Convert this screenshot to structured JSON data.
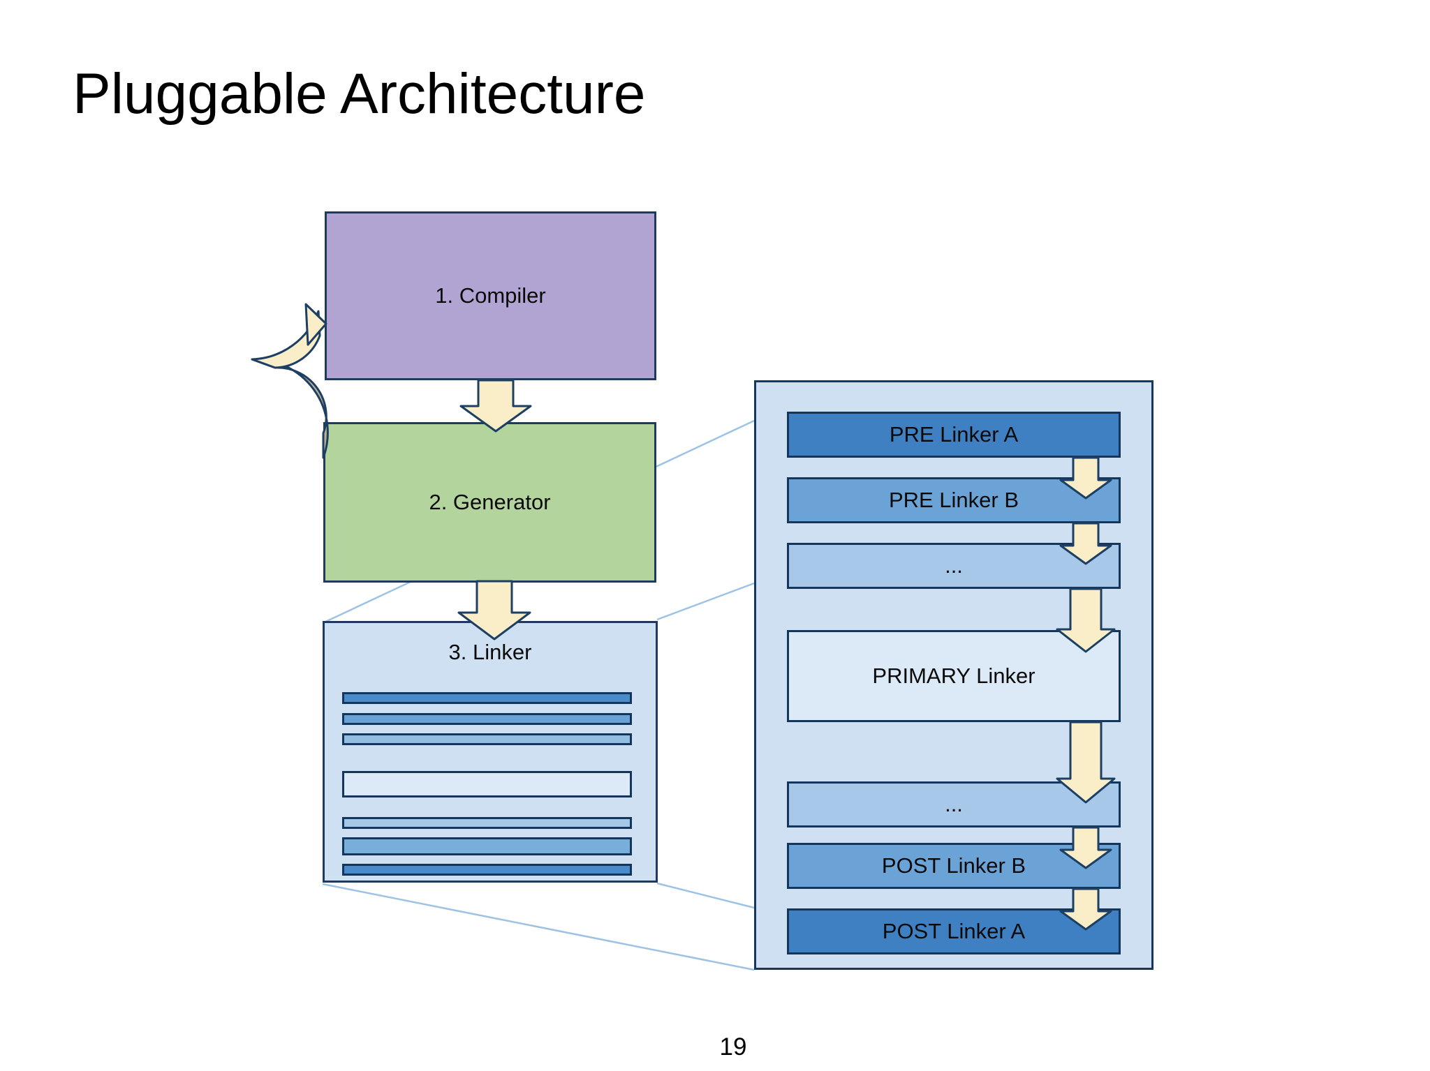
{
  "page": {
    "title": "Pluggable Architecture",
    "page_number": "19",
    "background": "#ffffff"
  },
  "flow": {
    "boxes": [
      {
        "label": "1. Compiler",
        "fill": "#b2a4d2"
      },
      {
        "label": "2. Generator",
        "fill": "#b3d59d"
      },
      {
        "label": "3. Linker",
        "fill": "#cfe0f2"
      }
    ],
    "loop_arrow_icon": "curved-loop-arrow",
    "down_arrow_icon": "block-down-arrow"
  },
  "linker_bars": [
    "#4a8cc9",
    "#6ba1d4",
    "#94bde2",
    "#dce9f6",
    "#a5c8e8",
    "#79aedb",
    "#4a8cc9"
  ],
  "panel": {
    "background": "#cfe0f2",
    "items": [
      {
        "label": "PRE Linker A",
        "fill": "#3e80c2"
      },
      {
        "label": "PRE Linker B",
        "fill": "#6ba3d6"
      },
      {
        "label": "...",
        "fill": "#a7c8e8"
      },
      {
        "label": "PRIMARY Linker",
        "fill": "#dce9f6"
      },
      {
        "label": "...",
        "fill": "#a7c8e8"
      },
      {
        "label": "POST Linker B",
        "fill": "#6ba3d6"
      },
      {
        "label": "POST Linker A",
        "fill": "#3e80c2"
      }
    ]
  },
  "colors": {
    "border_navy": "#1d3f63",
    "arrow_fill": "#f9eec7",
    "arrow_shadow": "#bfb094",
    "callout_line": "#9cc2e6"
  }
}
